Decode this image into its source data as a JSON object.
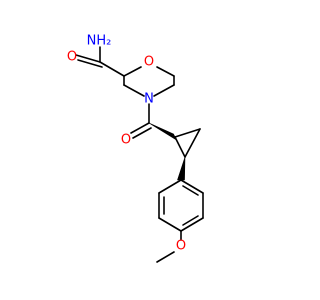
{
  "molecule": {
    "colors": {
      "bond": "#000000",
      "oxygen": "#ff0000",
      "nitrogen": "#0000ff",
      "background": "#ffffff"
    },
    "atom_labels": {
      "amide_nitrogen": "NH₂",
      "amide_oxygen": "O",
      "ring_oxygen": "O",
      "ring_nitrogen": "N",
      "carbonyl_oxygen": "O",
      "methoxy_oxygen": "O"
    },
    "stereo_bonds": [
      {
        "type": "solid-wedge",
        "from": "cyclopropane-c1",
        "to": "carbonyl-carbon"
      },
      {
        "type": "solid-wedge",
        "from": "cyclopropane-c2",
        "to": "aryl-ipso-carbon"
      }
    ]
  }
}
